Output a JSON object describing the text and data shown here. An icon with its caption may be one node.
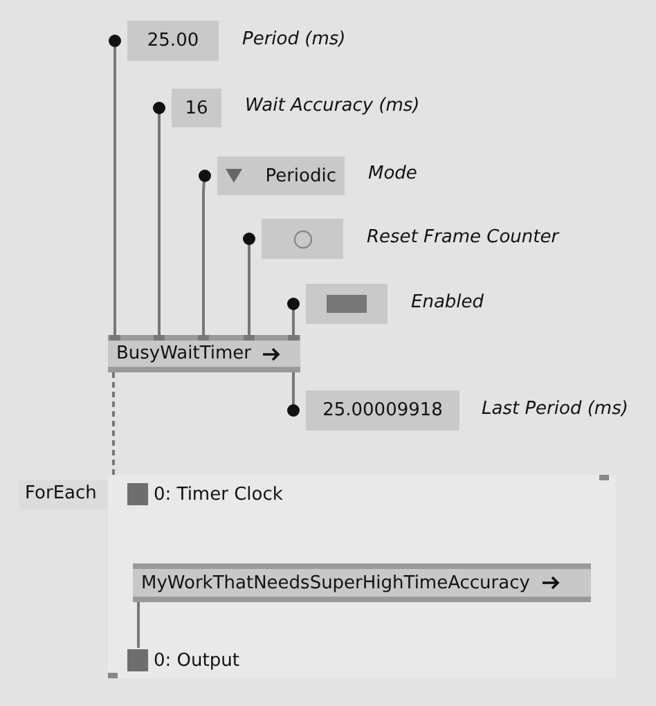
{
  "diagram": {
    "nodes": [
      {
        "text": [
          "25.00"
        ],
        "beside": [
          "Period (ms)"
        ]
      },
      {
        "text": [
          "16"
        ],
        "beside": [
          "Wait Accuracy (ms)"
        ]
      },
      {
        "text": [
          "Periodic"
        ],
        "beside": [
          "Mode"
        ]
      },
      {
        "text": [],
        "shape": "box",
        "beside": [
          "Reset Frame Counter"
        ]
      },
      {
        "text": [],
        "shape": "box",
        "beside": [
          "Enabled"
        ]
      },
      {
        "text": [
          "BusyWaitTimer"
        ]
      },
      {
        "text": [
          "25.00009918"
        ],
        "beside": [
          "Last Period (ms)"
        ]
      },
      {
        "text": [
          "ForEach"
        ]
      },
      {
        "text": [
          "0: Timer Clock"
        ],
        "in": 7
      },
      {
        "text": [
          "MyWorkThatNeedsSuperHighTimeAccuracy"
        ],
        "in": 7
      },
      {
        "text": [
          "0: Output"
        ],
        "in": 7
      }
    ],
    "edges": [
      {
        "from": 0,
        "to": 5,
        "arrow": "other"
      },
      {
        "from": 1,
        "to": 5,
        "arrow": "other"
      },
      {
        "from": 2,
        "to": 5,
        "arrow": "other"
      },
      {
        "from": 3,
        "to": 5,
        "arrow": "other"
      },
      {
        "from": 4,
        "to": 5,
        "arrow": "other"
      },
      {
        "from": 6,
        "to": 5,
        "arrow": "other"
      },
      {
        "from": 5,
        "to": 7,
        "arrow": "none",
        "style": "dashed"
      },
      {
        "from": 9,
        "to": 10,
        "arrow": "none"
      }
    ]
  }
}
